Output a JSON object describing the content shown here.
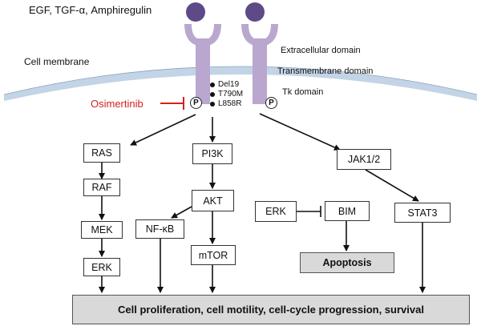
{
  "ligands": "EGF, TGF-α, Amphiregulin",
  "membrane": {
    "label": "Cell membrane",
    "extracellular": "Extracellular domain",
    "transmembrane": "Transmembrane domain",
    "tk": "Tk domain"
  },
  "phospho": "P",
  "mutations": [
    "Del19",
    "T790M",
    "L858R"
  ],
  "drug": {
    "name": "Osimertinib",
    "color": "#d42020"
  },
  "nodes": {
    "ras": "RAS",
    "raf": "RAF",
    "mek": "MEK",
    "erk": "ERK",
    "pi3k": "PI3K",
    "akt": "AKT",
    "nfkb": "NF-κB",
    "mtor": "mTOR",
    "erk2": "ERK",
    "bim": "BIM",
    "apoptosis": "Apoptosis",
    "jak": "JAK1/2",
    "stat3": "STAT3"
  },
  "outcome": "Cell proliferation, cell motility, cell-cycle progression, survival",
  "colors": {
    "receptor": "#b9a7cf",
    "ligand": "#5d4a87",
    "membrane": "#c3d4e6",
    "box_gray": "#d9d9d9"
  }
}
